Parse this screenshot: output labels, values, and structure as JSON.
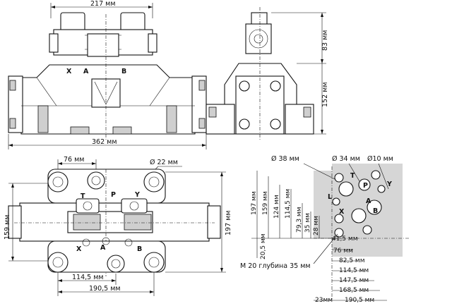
{
  "views": {
    "front": {
      "dims": {
        "top_width": "217 мм",
        "overall_width": "362 мм"
      },
      "ports": {
        "x": "X",
        "a": "A",
        "b": "B"
      }
    },
    "side": {
      "dims": {
        "upper_height": "83 мм",
        "overall_height": "152 мм"
      }
    },
    "top": {
      "dims": {
        "port_offset": "76 мм",
        "port_dia": "Ø 22 мм",
        "height_left": "159 мм",
        "height_right": "197 мм",
        "bolt_spacing": "114,5 мм",
        "overall_spacing": "190,5 мм"
      },
      "ports": {
        "t": "T",
        "p": "P",
        "y": "Y",
        "x": "X",
        "a": "A",
        "b": "B"
      }
    },
    "mounting": {
      "diameters": {
        "d38": "Ø 38 мм",
        "d34": "Ø 34 мм",
        "d10": "Ø10 мм"
      },
      "vertical_dims": [
        "197 мм",
        "159 мм",
        "124 мм",
        "114,5 мм",
        "79,3 мм",
        "35 мм",
        "28 мм",
        "20,5 мм"
      ],
      "horizontal_dims": [
        "41,5 мм",
        "76 мм",
        "82,5 мм",
        "114,5 мм",
        "147,5 мм",
        "168,5 мм",
        "190,5 мм"
      ],
      "left_offset": "23мм",
      "thread_note": "М 20 глубина 35 мм",
      "ports": {
        "t": "T",
        "p": "P",
        "y": "Y",
        "l": "L",
        "x": "X",
        "a": "A",
        "b": "B"
      }
    }
  }
}
